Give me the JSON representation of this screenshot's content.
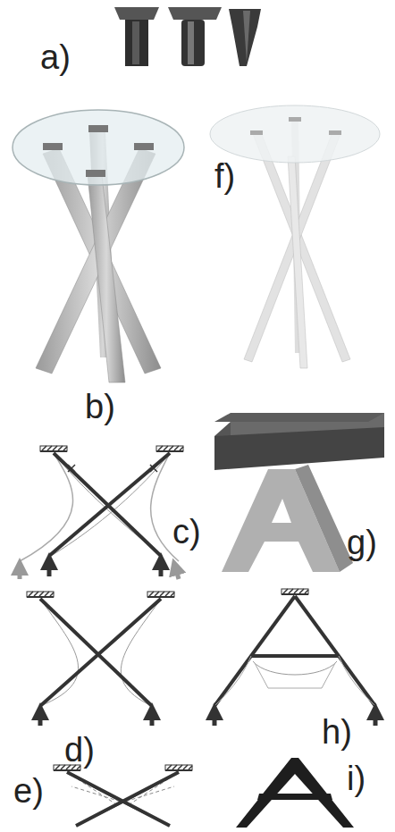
{
  "diagram": {
    "labels": [
      "a)",
      "f)",
      "b)",
      "c)",
      "g)",
      "d)",
      "h)",
      "e)",
      "i)"
    ]
  }
}
